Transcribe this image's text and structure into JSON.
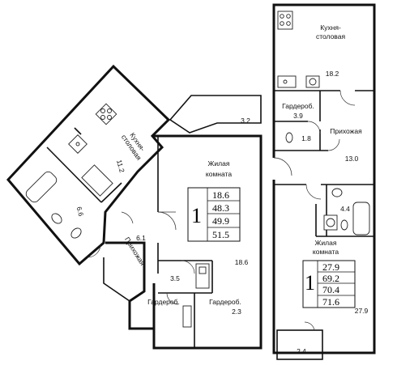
{
  "plan_left": {
    "rooms": {
      "kitchen_name": "Кухня-\nстоловая",
      "kitchen_area": "11.2",
      "bath_area": "6.6",
      "hall_name": "Прихожая",
      "hall_area": "6.1",
      "living_name": "Жилая\nкомната",
      "living_area": "18.6",
      "loggia_area": "3.2",
      "closet1_name": "Гардероб.",
      "closet1_area": "3.5",
      "closet2_name": "Гардероб.",
      "closet2_area": "2.3"
    },
    "summary": {
      "rooms_count": "1",
      "values": [
        "18.6",
        "48.3",
        "49.9",
        "51.5"
      ]
    }
  },
  "plan_right": {
    "rooms": {
      "kitchen_name": "Кухня-\nстоловая",
      "kitchen_area": "18.2",
      "closet_name": "Гардероб.",
      "closet_area": "3.9",
      "wc_area": "1.8",
      "hall_name": "Прихожая",
      "hall_area": "13.0",
      "bath_area": "4.4",
      "living_name": "Жилая\nкомната",
      "living_area": "27.9",
      "balcony_area": "2.4"
    },
    "summary": {
      "rooms_count": "1",
      "values": [
        "27.9",
        "69.2",
        "70.4",
        "71.6"
      ]
    }
  }
}
